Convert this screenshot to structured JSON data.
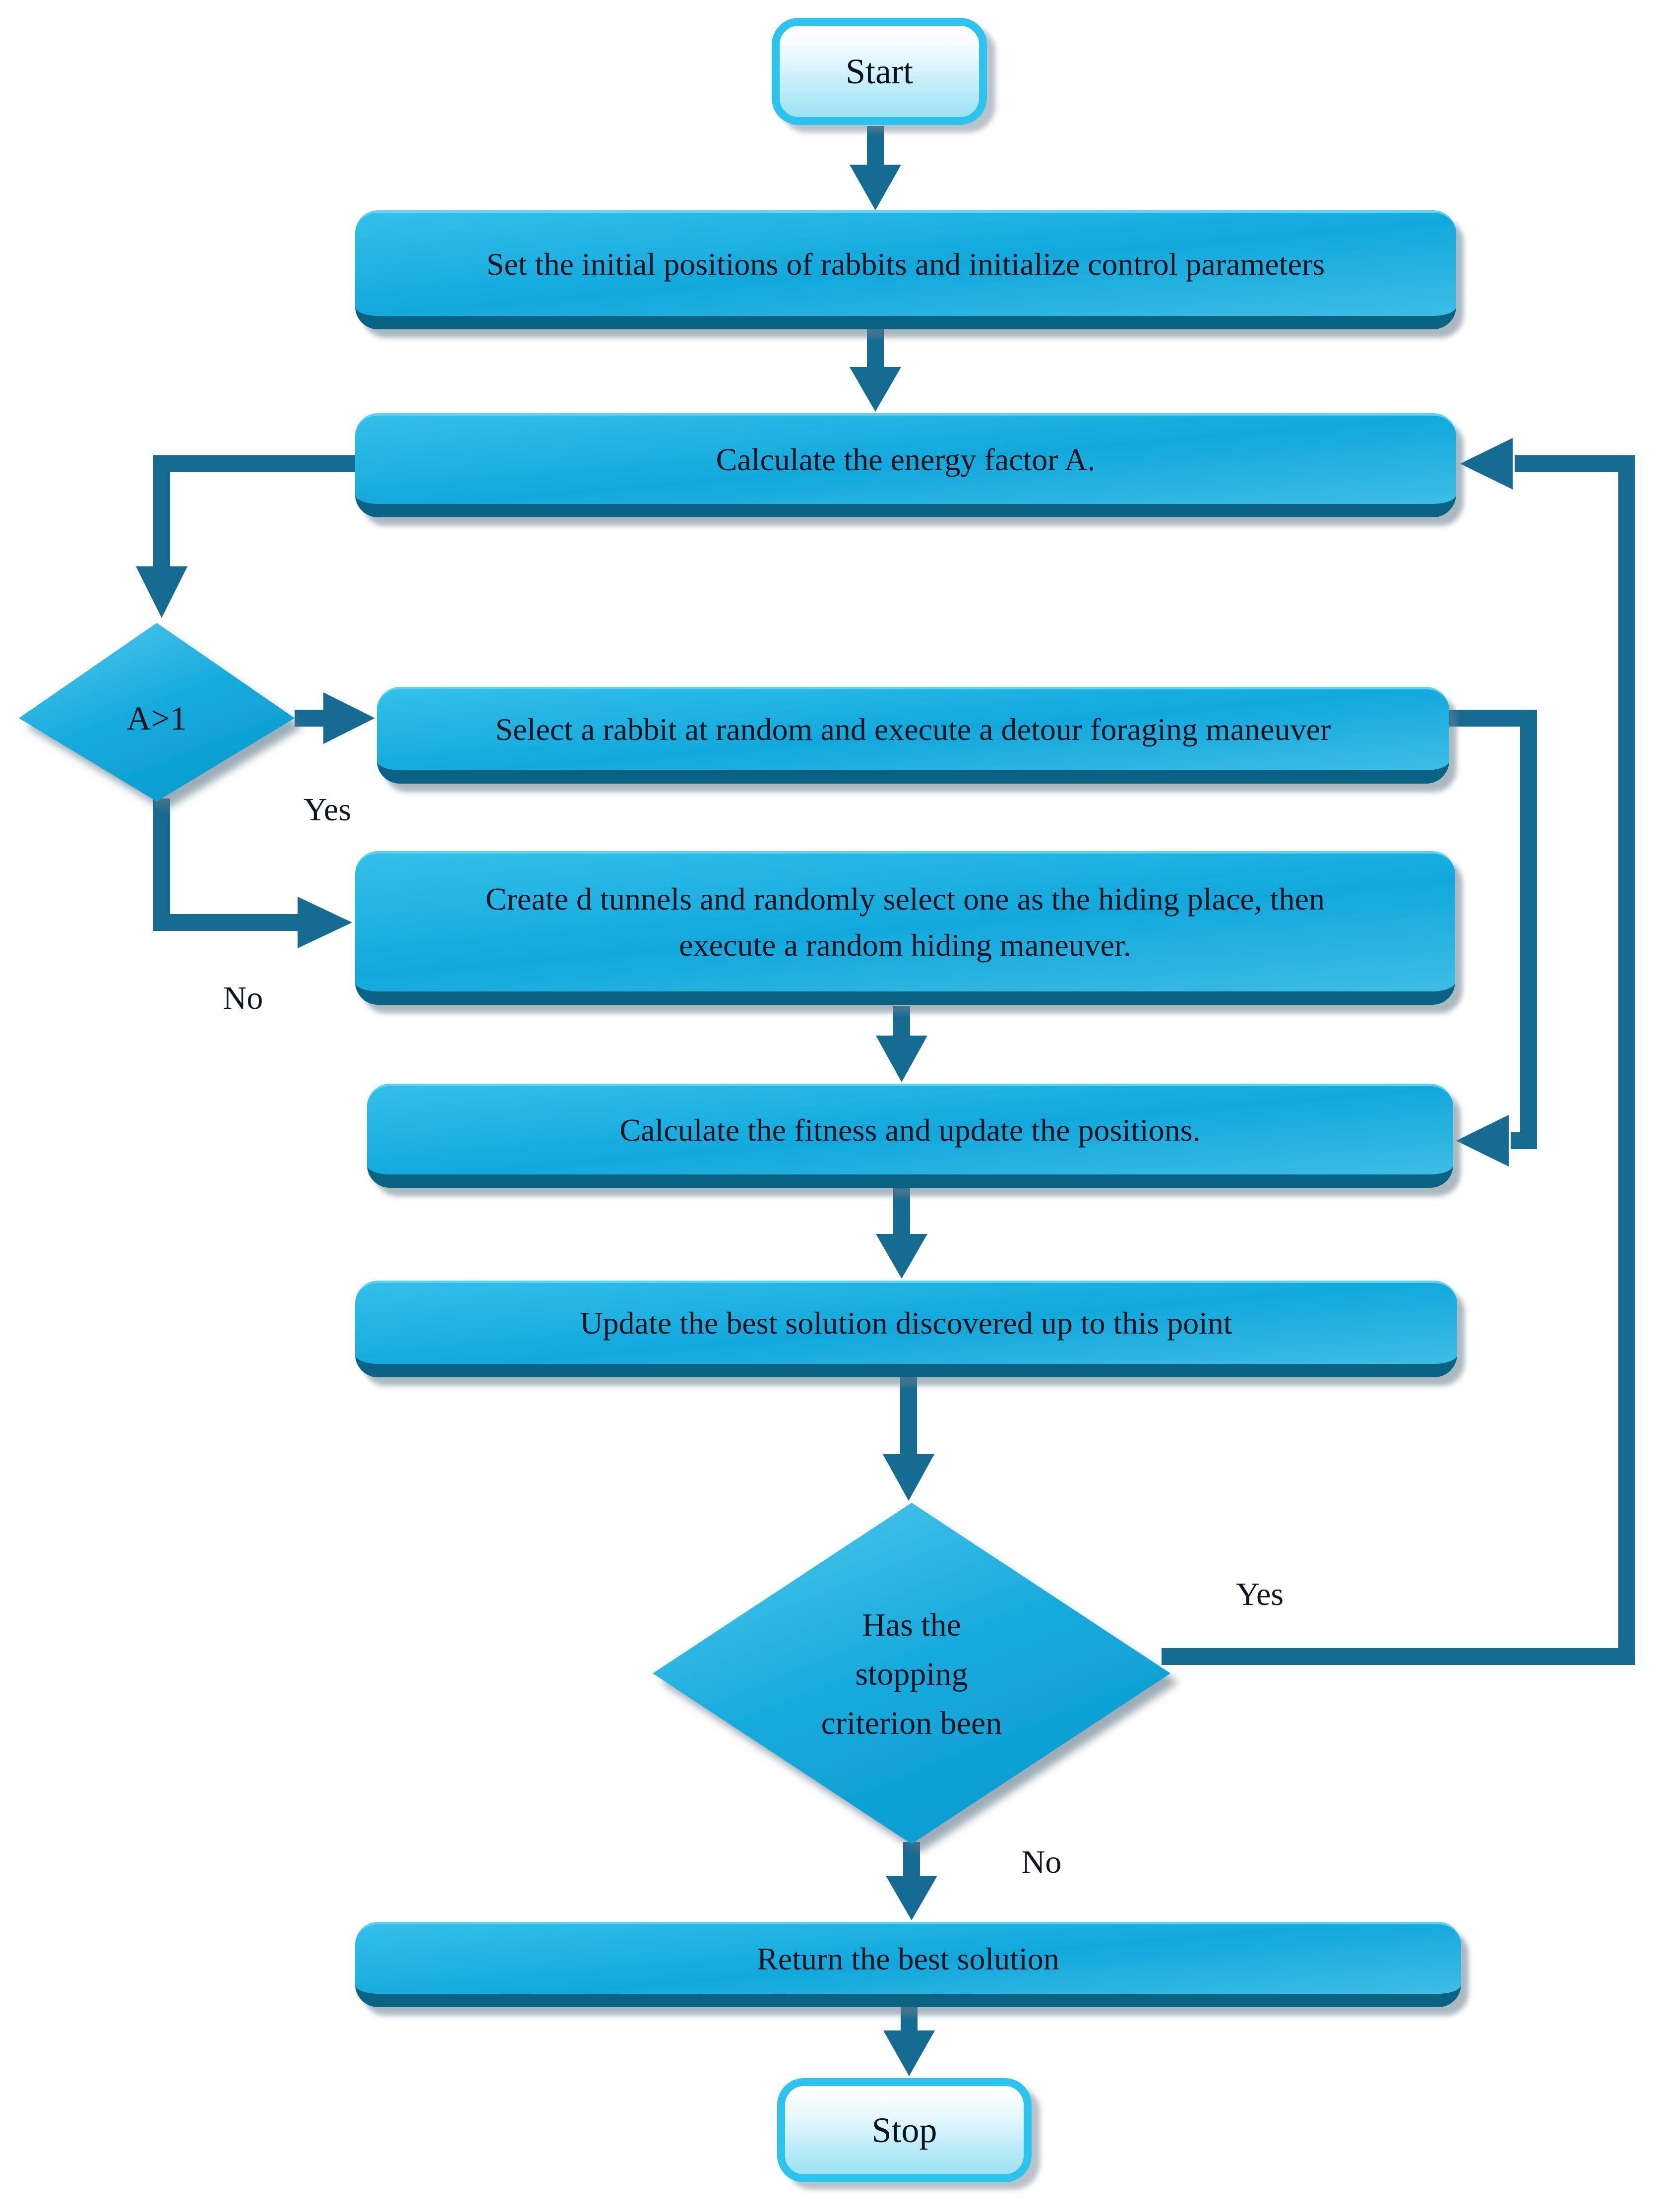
{
  "flowchart": {
    "nodes": {
      "start": {
        "type": "terminal",
        "label": "Start"
      },
      "init_positions": {
        "type": "process",
        "label": "Set the initial positions of rabbits and initialize control parameters"
      },
      "energy_factor": {
        "type": "process",
        "label": "Calculate the energy factor A."
      },
      "energy_decision": {
        "type": "decision",
        "label": "A>1"
      },
      "detour_foraging": {
        "type": "process",
        "label": "Select a rabbit at random and execute a detour foraging maneuver"
      },
      "random_hiding": {
        "type": "process",
        "label": "Create d tunnels and randomly select one as the hiding place, then\nexecute a random hiding maneuver."
      },
      "fitness_update": {
        "type": "process",
        "label": "Calculate the fitness and update the positions."
      },
      "best_solution_update": {
        "type": "process",
        "label": "Update the best solution discovered up to this point"
      },
      "stopping_decision": {
        "type": "decision",
        "label": "Has the\nstopping\ncriterion been"
      },
      "return_best": {
        "type": "process",
        "label": "Return the best solution"
      },
      "stop": {
        "type": "terminal",
        "label": "Stop"
      }
    },
    "edge_labels": {
      "energy_yes": "Yes",
      "energy_no": "No",
      "stopping_yes": "Yes",
      "stopping_no": "No"
    },
    "colors": {
      "process_gradient_top": "#33bfe9",
      "process_gradient_mid": "#12a8dc",
      "process_gradient_bottom": "#3dbde4",
      "process_bottom_band": "#0a6285",
      "terminal_border": "#2cc3ee",
      "terminal_fill_top": "#ffffff",
      "terminal_fill_bottom": "#9de2f5",
      "diamond_gradient_light": "#55caee",
      "diamond_gradient_dark": "#0c9cd2",
      "connector": "#166b93",
      "text": "#081320"
    }
  }
}
